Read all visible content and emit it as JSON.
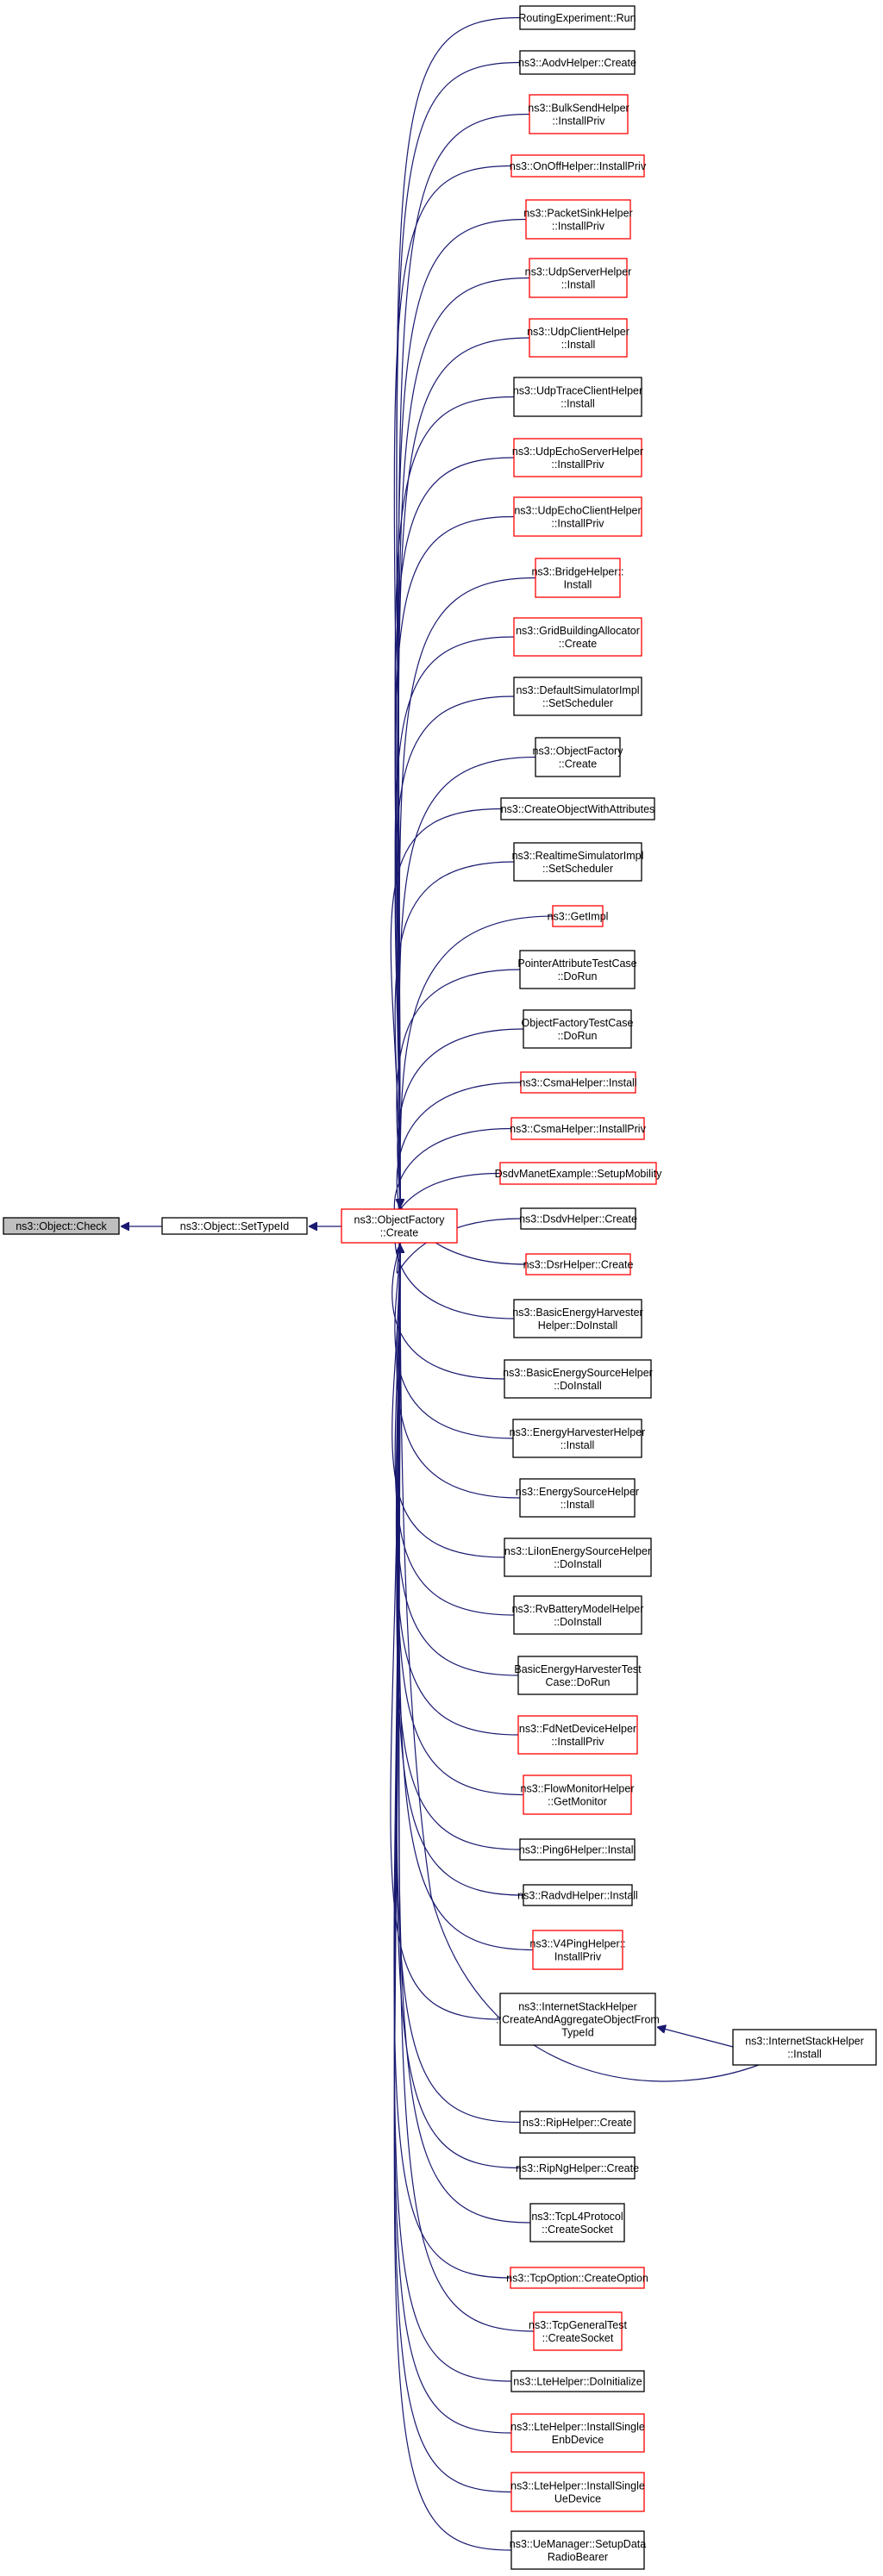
{
  "colors": {
    "edge": "#191970",
    "black_border": "#000000",
    "red_border": "#ff0000",
    "root_fill": "#bfbfbf",
    "fill": "#ffffff"
  },
  "nodes": [
    {
      "id": "check",
      "lines": [
        "ns3::Object::Check"
      ],
      "border": "black",
      "fill": "gray"
    },
    {
      "id": "settypeid",
      "lines": [
        "ns3::Object::SetTypeId"
      ],
      "border": "black"
    },
    {
      "id": "of_create",
      "lines": [
        "ns3::ObjectFactory",
        "::Create"
      ],
      "border": "red"
    },
    {
      "id": "n0",
      "lines": [
        "RoutingExperiment::Run"
      ],
      "border": "black"
    },
    {
      "id": "n1",
      "lines": [
        "ns3::AodvHelper::Create"
      ],
      "border": "black"
    },
    {
      "id": "n2",
      "lines": [
        "ns3::BulkSendHelper",
        "::InstallPriv"
      ],
      "border": "red"
    },
    {
      "id": "n3",
      "lines": [
        "ns3::OnOffHelper::InstallPriv"
      ],
      "border": "red"
    },
    {
      "id": "n4",
      "lines": [
        "ns3::PacketSinkHelper",
        "::InstallPriv"
      ],
      "border": "red"
    },
    {
      "id": "n5",
      "lines": [
        "ns3::UdpServerHelper",
        "::Install"
      ],
      "border": "red"
    },
    {
      "id": "n6",
      "lines": [
        "ns3::UdpClientHelper",
        "::Install"
      ],
      "border": "red"
    },
    {
      "id": "n7",
      "lines": [
        "ns3::UdpTraceClientHelper",
        "::Install"
      ],
      "border": "black"
    },
    {
      "id": "n8",
      "lines": [
        "ns3::UdpEchoServerHelper",
        "::InstallPriv"
      ],
      "border": "red"
    },
    {
      "id": "n9",
      "lines": [
        "ns3::UdpEchoClientHelper",
        "::InstallPriv"
      ],
      "border": "red"
    },
    {
      "id": "n10",
      "lines": [
        "ns3::BridgeHelper::",
        "Install"
      ],
      "border": "red"
    },
    {
      "id": "n11",
      "lines": [
        "ns3::GridBuildingAllocator",
        "::Create"
      ],
      "border": "red"
    },
    {
      "id": "n12",
      "lines": [
        "ns3::DefaultSimulatorImpl",
        "::SetScheduler"
      ],
      "border": "black"
    },
    {
      "id": "n13",
      "lines": [
        "ns3::ObjectFactory",
        "::Create"
      ],
      "border": "black"
    },
    {
      "id": "n14",
      "lines": [
        "ns3::CreateObjectWithAttributes"
      ],
      "border": "black"
    },
    {
      "id": "n15",
      "lines": [
        "ns3::RealtimeSimulatorImpl",
        "::SetScheduler"
      ],
      "border": "black"
    },
    {
      "id": "n16",
      "lines": [
        "ns3::GetImpl"
      ],
      "border": "red"
    },
    {
      "id": "n17",
      "lines": [
        "PointerAttributeTestCase",
        "::DoRun"
      ],
      "border": "black"
    },
    {
      "id": "n18",
      "lines": [
        "ObjectFactoryTestCase",
        "::DoRun"
      ],
      "border": "black"
    },
    {
      "id": "n19",
      "lines": [
        "ns3::CsmaHelper::Install"
      ],
      "border": "red"
    },
    {
      "id": "n20",
      "lines": [
        "ns3::CsmaHelper::InstallPriv"
      ],
      "border": "red"
    },
    {
      "id": "n21",
      "lines": [
        "DsdvManetExample::SetupMobility"
      ],
      "border": "red"
    },
    {
      "id": "n22",
      "lines": [
        "ns3::DsdvHelper::Create"
      ],
      "border": "black"
    },
    {
      "id": "n23",
      "lines": [
        "ns3::DsrHelper::Create"
      ],
      "border": "red"
    },
    {
      "id": "n24",
      "lines": [
        "ns3::BasicEnergyHarvester",
        "Helper::DoInstall"
      ],
      "border": "black"
    },
    {
      "id": "n25",
      "lines": [
        "ns3::BasicEnergySourceHelper",
        "::DoInstall"
      ],
      "border": "black"
    },
    {
      "id": "n26",
      "lines": [
        "ns3::EnergyHarvesterHelper",
        "::Install"
      ],
      "border": "black"
    },
    {
      "id": "n27",
      "lines": [
        "ns3::EnergySourceHelper",
        "::Install"
      ],
      "border": "black"
    },
    {
      "id": "n28",
      "lines": [
        "ns3::LiIonEnergySourceHelper",
        "::DoInstall"
      ],
      "border": "black"
    },
    {
      "id": "n29",
      "lines": [
        "ns3::RvBatteryModelHelper",
        "::DoInstall"
      ],
      "border": "black"
    },
    {
      "id": "n30",
      "lines": [
        "BasicEnergyHarvesterTest",
        "Case::DoRun"
      ],
      "border": "black"
    },
    {
      "id": "n31",
      "lines": [
        "ns3::FdNetDeviceHelper",
        "::InstallPriv"
      ],
      "border": "red"
    },
    {
      "id": "n32",
      "lines": [
        "ns3::FlowMonitorHelper",
        "::GetMonitor"
      ],
      "border": "red"
    },
    {
      "id": "n33",
      "lines": [
        "ns3::Ping6Helper::Install"
      ],
      "border": "black"
    },
    {
      "id": "n34",
      "lines": [
        "ns3::RadvdHelper::Install"
      ],
      "border": "black"
    },
    {
      "id": "n35",
      "lines": [
        "ns3::V4PingHelper::",
        "InstallPriv"
      ],
      "border": "red"
    },
    {
      "id": "n36",
      "lines": [
        "ns3::InternetStackHelper",
        "::CreateAndAggregateObjectFrom",
        "TypeId"
      ],
      "border": "black"
    },
    {
      "id": "n37",
      "lines": [
        "ns3::RipHelper::Create"
      ],
      "border": "black"
    },
    {
      "id": "n38",
      "lines": [
        "ns3::RipNgHelper::Create"
      ],
      "border": "black"
    },
    {
      "id": "n39",
      "lines": [
        "ns3::TcpL4Protocol",
        "::CreateSocket"
      ],
      "border": "black"
    },
    {
      "id": "n40",
      "lines": [
        "ns3::TcpOption::CreateOption"
      ],
      "border": "red"
    },
    {
      "id": "n41",
      "lines": [
        "ns3::TcpGeneralTest",
        "::CreateSocket"
      ],
      "border": "red"
    },
    {
      "id": "n42",
      "lines": [
        "ns3::LteHelper::DoInitialize"
      ],
      "border": "black"
    },
    {
      "id": "n43",
      "lines": [
        "ns3::LteHelper::InstallSingle",
        "EnbDevice"
      ],
      "border": "red"
    },
    {
      "id": "n44",
      "lines": [
        "ns3::LteHelper::InstallSingle",
        "UeDevice"
      ],
      "border": "red"
    },
    {
      "id": "n45",
      "lines": [
        "ns3::UeManager::SetupData",
        "RadioBearer"
      ],
      "border": "black"
    },
    {
      "id": "ish_install",
      "lines": [
        "ns3::InternetStackHelper",
        "::Install"
      ],
      "border": "black"
    }
  ]
}
